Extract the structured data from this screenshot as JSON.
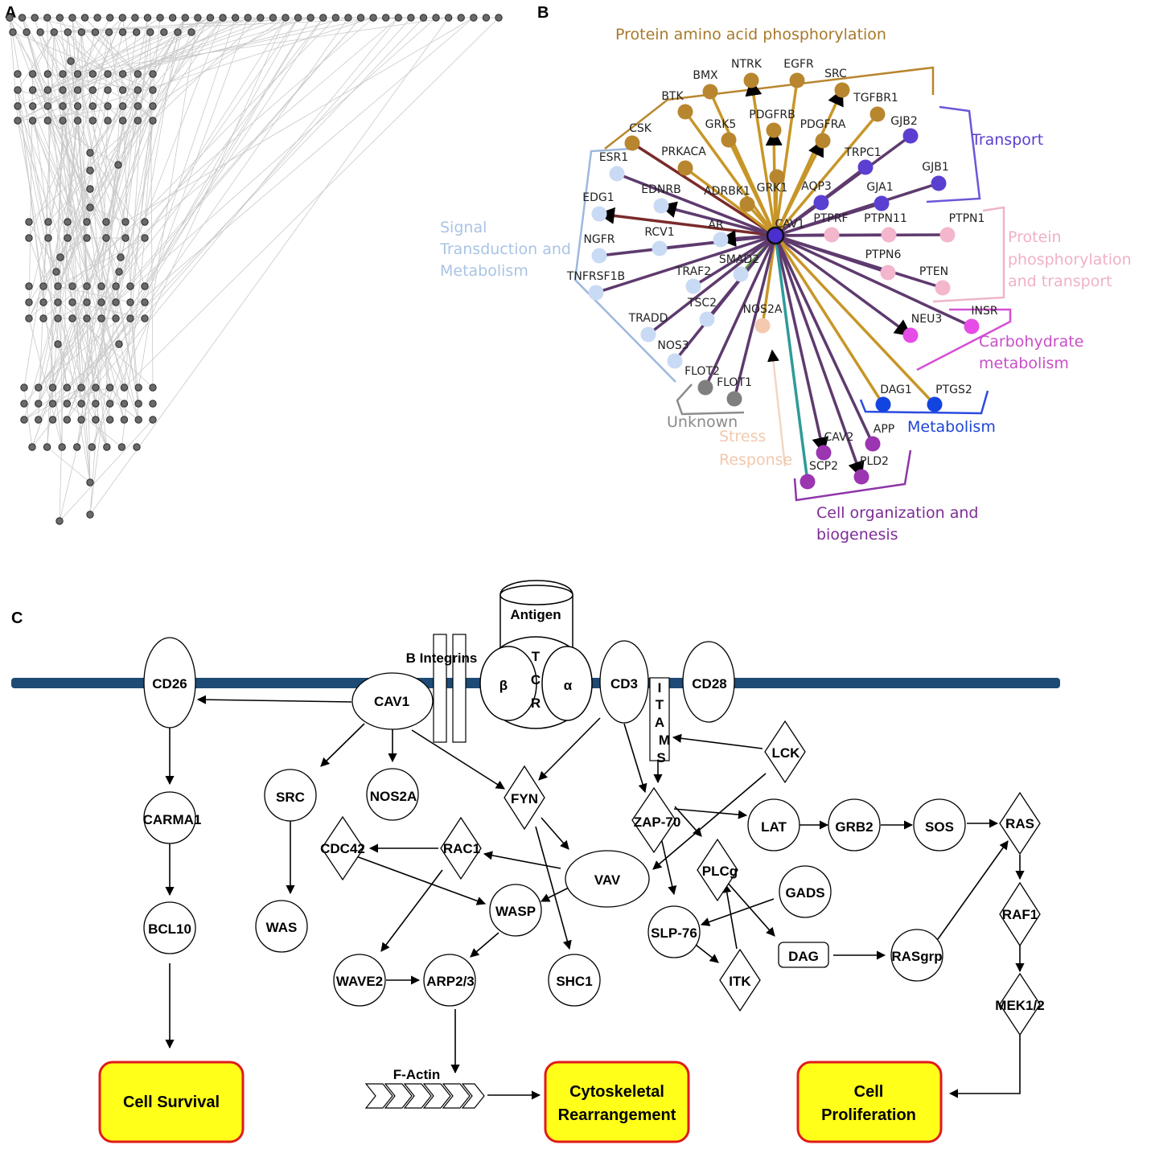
{
  "panels": {
    "a": "A",
    "b": "B",
    "c": "C"
  },
  "colors": {
    "phosphorylation": "#B8862E",
    "transport": "#5B3FD0",
    "signal": "#C9DAF4",
    "protein_transport": "#F3B6CC",
    "carbohydrate": "#E64DE6",
    "metabolism": "#1244E0",
    "cell_org": "#9B35B0",
    "unknown": "#7F7F7F",
    "stress": "#F5C9B0",
    "membrane": "#1D4B75",
    "outcome_fill": "#FFFF1A",
    "outcome_border": "#E01A1A"
  },
  "panel_b": {
    "categories": {
      "phosphorylation": "Protein amino acid phosphorylation",
      "transport": "Transport",
      "signal_1": "Signal",
      "signal_2": "Transduction and",
      "signal_3": "Metabolism",
      "protein_transport_1": "Protein",
      "protein_transport_2": "phosphorylation",
      "protein_transport_3": "and transport",
      "carbohydrate_1": "Carbohydrate",
      "carbohydrate_2": "metabolism",
      "metabolism": "Metabolism",
      "cell_org_1": "Cell organization and",
      "cell_org_2": "biogenesis",
      "unknown": "Unknown",
      "stress_1": "Stress",
      "stress_2": "Response"
    },
    "genes": {
      "BTK": "BTK",
      "BMX": "BMX",
      "NTRK": "NTRK",
      "EGFR": "EGFR",
      "SRC": "SRC",
      "TGFBR1": "TGFBR1",
      "CSK": "CSK",
      "GRK5": "GRK5",
      "PDGFRB": "PDGFRB",
      "PDGFRA": "PDGFRA",
      "PRKACA": "PRKACA",
      "GRK1": "GRK1",
      "ADRBK1": "ADRBK1",
      "GJB2": "GJB2",
      "TRPC1": "TRPC1",
      "GJB1": "GJB1",
      "GJA1": "GJA1",
      "AQP3": "AQP3",
      "ESR1": "ESR1",
      "EDG1": "EDG1",
      "EDNRB": "EDNRB",
      "NGFR": "NGFR",
      "RCV1": "RCV1",
      "AR": "AR",
      "TNFRSF1B": "TNFRSF1B",
      "TRAF2": "TRAF2",
      "SMAD2": "SMAD2",
      "TRADD": "TRADD",
      "TSC2": "TSC2",
      "NOS3": "NOS3",
      "NOS2A": "NOS2A",
      "FLOT2": "FLOT2",
      "FLOT1": "FLOT1",
      "CAV1": "CAV1",
      "PTPRF": "PTPRF",
      "PTPN11": "PTPN11",
      "PTPN1": "PTPN1",
      "PTPN6": "PTPN6",
      "PTEN": "PTEN",
      "NEU3": "NEU3",
      "INSR": "INSR",
      "DAG1": "DAG1",
      "PTGS2": "PTGS2",
      "CAV2": "CAV2",
      "APP": "APP",
      "SCP2": "SCP2",
      "PLD2": "PLD2"
    }
  },
  "panel_c": {
    "antigen": "Antigen",
    "b_integrins": "B Integrins",
    "tcr_beta": "β",
    "tcr_alpha": "α",
    "tcr_t": "T",
    "tcr_c": "C",
    "tcr_r": "R",
    "itams": [
      "I",
      "T",
      "A",
      "M",
      "S"
    ],
    "nodes": {
      "CD26": "CD26",
      "CAV1": "CAV1",
      "CD3": "CD3",
      "CD28": "CD28",
      "LCK": "LCK",
      "CARMA1": "CARMA1",
      "SRC": "SRC",
      "NOS2A": "NOS2A",
      "FYN": "FYN",
      "ZAP70": "ZAP-70",
      "LAT": "LAT",
      "GRB2": "GRB2",
      "SOS": "SOS",
      "RAS": "RAS",
      "CDC42": "CDC42",
      "RAC1": "RAC1",
      "VAV": "VAV",
      "PLCg": "PLCg",
      "GADS": "GADS",
      "BCL10": "BCL10",
      "WAS": "WAS",
      "WASP": "WASP",
      "SLP76": "SLP-76",
      "RAF1": "RAF1",
      "DAG": "DAG",
      "RASgrp": "RASgrp",
      "WAVE2": "WAVE2",
      "ARP23": "ARP2/3",
      "SHC1": "SHC1",
      "ITK": "ITK",
      "MEK12": "MEK1/2",
      "FACTIN": "F-Actin"
    },
    "outcomes": {
      "survival": "Cell Survival",
      "cyto_1": "Cytoskeletal",
      "cyto_2": "Rearrangement",
      "prolif_1": "Cell",
      "prolif_2": "Proliferation"
    }
  }
}
